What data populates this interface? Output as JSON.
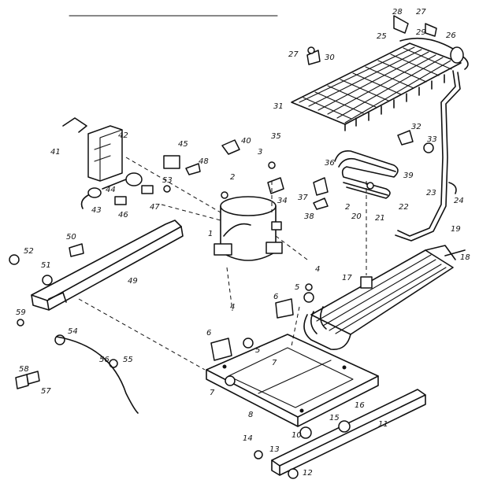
{
  "labels": [
    "1",
    "2",
    "2",
    "3",
    "4",
    "4",
    "5",
    "5",
    "6",
    "6",
    "7",
    "7",
    "8",
    "10",
    "11",
    "12",
    "13",
    "14",
    "15",
    "16",
    "17",
    "18",
    "19",
    "20",
    "21",
    "22",
    "23",
    "24",
    "25",
    "26",
    "27",
    "27",
    "28",
    "29",
    "30",
    "31",
    "32",
    "33",
    "34",
    "35",
    "36",
    "37",
    "38",
    "39",
    "40",
    "41",
    "42",
    "43",
    "44",
    "45",
    "46",
    "47",
    "48",
    "49",
    "50",
    "51",
    "52",
    "53",
    "54",
    "55",
    "56",
    "57",
    "58",
    "59"
  ]
}
